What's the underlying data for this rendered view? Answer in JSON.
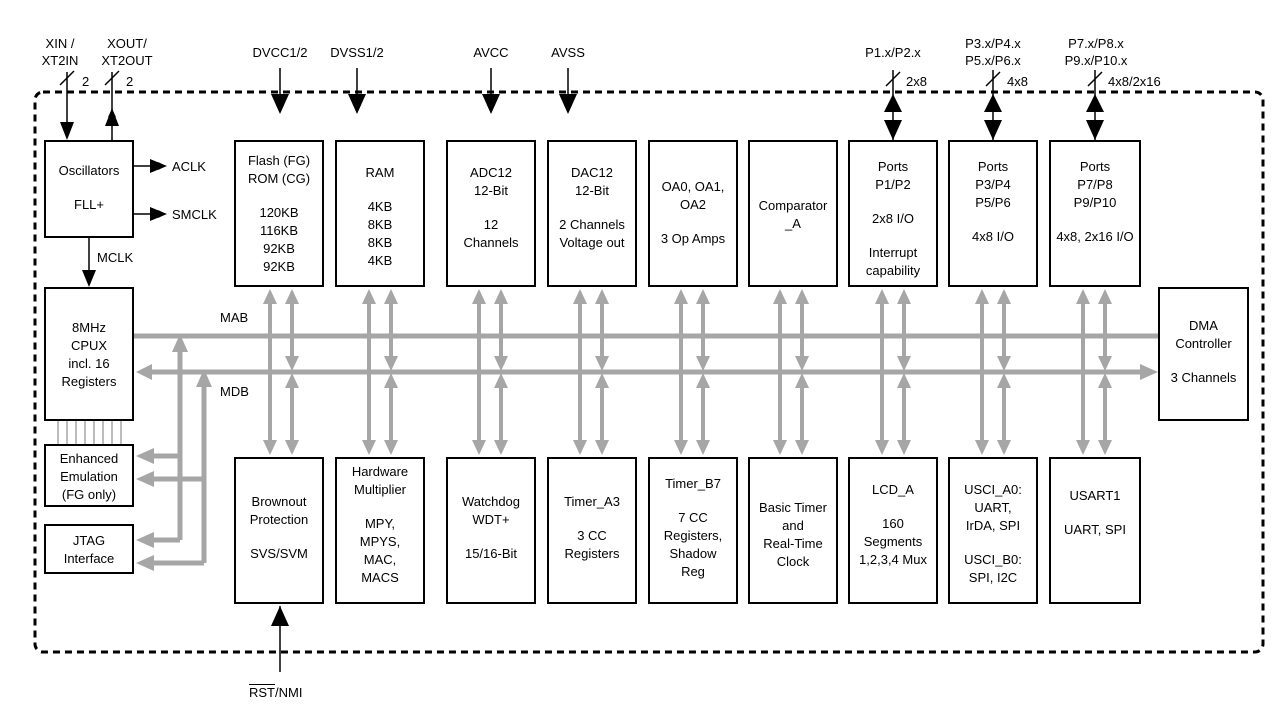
{
  "inputs": {
    "xin": [
      "XIN /",
      "XT2IN"
    ],
    "xout": [
      "XOUT/",
      "XT2OUT"
    ],
    "xin_count": "2",
    "xout_count": "2",
    "dvcc": "DVCC1/2",
    "dvss": "DVSS1/2",
    "avcc": "AVCC",
    "avss": "AVSS",
    "p12": [
      "P1.x/P2.x"
    ],
    "p12_count": "2x8",
    "p3456": [
      "P3.x/P4.x",
      "P5.x/P6.x"
    ],
    "p3456_count": "4x8",
    "p78910": [
      "P7.x/P8.x",
      "P9.x/P10.x"
    ],
    "p78910_count": "4x8/2x16"
  },
  "signals": {
    "aclk": "ACLK",
    "smclk": "SMCLK",
    "mclk": "MCLK",
    "mab": "MAB",
    "mdb": "MDB",
    "rst": "RST",
    "nmi": "/NMI"
  },
  "blocks": {
    "osc": [
      "Oscillators",
      "",
      "FLL+"
    ],
    "flash": [
      "Flash (FG)",
      "ROM (CG)",
      "",
      "120KB",
      "116KB",
      "92KB",
      "92KB"
    ],
    "ram": [
      "RAM",
      "",
      "4KB",
      "8KB",
      "8KB",
      "4KB"
    ],
    "adc": [
      "ADC12",
      "12-Bit",
      "",
      "12",
      "Channels"
    ],
    "dac": [
      "DAC12",
      "12-Bit",
      "",
      "2 Channels",
      "Voltage out"
    ],
    "oa": [
      "OA0, OA1,",
      "OA2",
      "",
      "3 Op Amps"
    ],
    "comp": [
      "Comparator",
      "_A"
    ],
    "p12": [
      "Ports",
      "P1/P2",
      "",
      "2x8 I/O",
      "",
      "Interrupt",
      "capability"
    ],
    "p3456": [
      "Ports",
      "P3/P4",
      "P5/P6",
      "",
      "4x8 I/O"
    ],
    "p78910": [
      "Ports",
      "P7/P8",
      "P9/P10",
      "",
      "4x8, 2x16 I/O"
    ],
    "cpu": [
      "8MHz",
      "CPUX",
      "incl. 16",
      "Registers"
    ],
    "dma": [
      "DMA",
      "Controller",
      "",
      "3 Channels"
    ],
    "emu": [
      "Enhanced",
      "Emulation",
      "(FG only)"
    ],
    "jtag": [
      "JTAG",
      "Interface"
    ],
    "brownout": [
      "Brownout",
      "Protection",
      "",
      "SVS/SVM"
    ],
    "mult": [
      "Hardware",
      "Multiplier",
      "",
      "MPY,",
      "MPYS,",
      "MAC,",
      "MACS"
    ],
    "wdt": [
      "Watchdog",
      "WDT+",
      "",
      "15/16-Bit"
    ],
    "ta3": [
      "Timer_A3",
      "",
      "3 CC",
      "Registers"
    ],
    "tb7": [
      "Timer_B7",
      "",
      "7 CC",
      "Registers,",
      "Shadow",
      "Reg"
    ],
    "btrtc": [
      "Basic Timer",
      "and",
      "Real-Time",
      "Clock"
    ],
    "lcd": [
      "LCD_A",
      "",
      "160",
      "Segments",
      "1,2,3,4 Mux"
    ],
    "usci": [
      "USCI_A0:",
      "UART,",
      "IrDA, SPI",
      "",
      "USCI_B0:",
      "SPI, I2C"
    ],
    "usart": [
      "USART1",
      "",
      "UART, SPI"
    ]
  },
  "colors": {
    "bus": "#a6a6a6",
    "line": "#000000",
    "frame": "#000000"
  }
}
